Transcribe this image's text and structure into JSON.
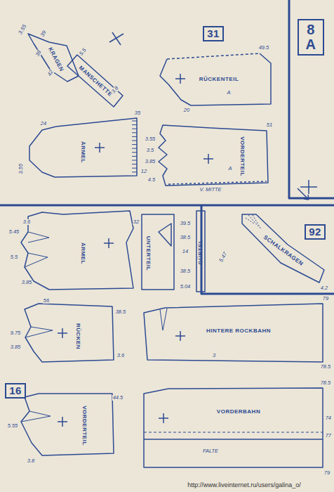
{
  "diagram": {
    "nodes": [
      {
        "text": [
          "8 A"
        ]
      },
      {
        "text": [
          "31"
        ]
      },
      {
        "text": [
          "KRAGEN"
        ]
      },
      {
        "text": [
          "MANSCHETTE"
        ]
      },
      {
        "text": [
          "RÜCKENTEIL"
        ]
      },
      {
        "text": [
          "ÄRMEL"
        ]
      },
      {
        "text": [
          "VORDERTEIL"
        ]
      },
      {
        "text": [
          "92"
        ]
      },
      {
        "text": [
          "SCHALKRAGEN"
        ]
      },
      {
        "text": [
          "ÄRMEL"
        ]
      },
      {
        "text": [
          "UNTERTEIL"
        ]
      },
      {
        "text": [
          "GÜRTEL"
        ]
      },
      {
        "text": [
          "RÜCKEN"
        ]
      },
      {
        "text": [
          "HINTERE ROCKBAHN"
        ]
      },
      {
        "text": [
          "16"
        ]
      },
      {
        "text": [
          "VORDERTEIL"
        ]
      },
      {
        "text": [
          "VORDERBAHN"
        ]
      }
    ],
    "labels": [
      "3.55",
      "39",
      "38",
      "42",
      "5.5",
      "3.8",
      "49.5",
      "A",
      "20",
      "51",
      "A",
      "3.55",
      "3.5",
      "3.85",
      "4.5",
      "V. MITTE",
      "35",
      "3.55",
      "24",
      "12",
      "5.47",
      "4.2",
      "3.6",
      "5.45",
      "5.5",
      "3.85",
      "32",
      "39.5",
      "38.5",
      "14",
      "38.5",
      "5.04",
      "56",
      "9.75",
      "3.85",
      "38.5",
      "3.6",
      "79",
      "78.5",
      "3",
      "5.55",
      "3.8",
      "44.5",
      "78.5",
      "74",
      "77",
      "79",
      "FALTE",
      "http://www.liveinternet.ru/users/galina_o/"
    ]
  }
}
